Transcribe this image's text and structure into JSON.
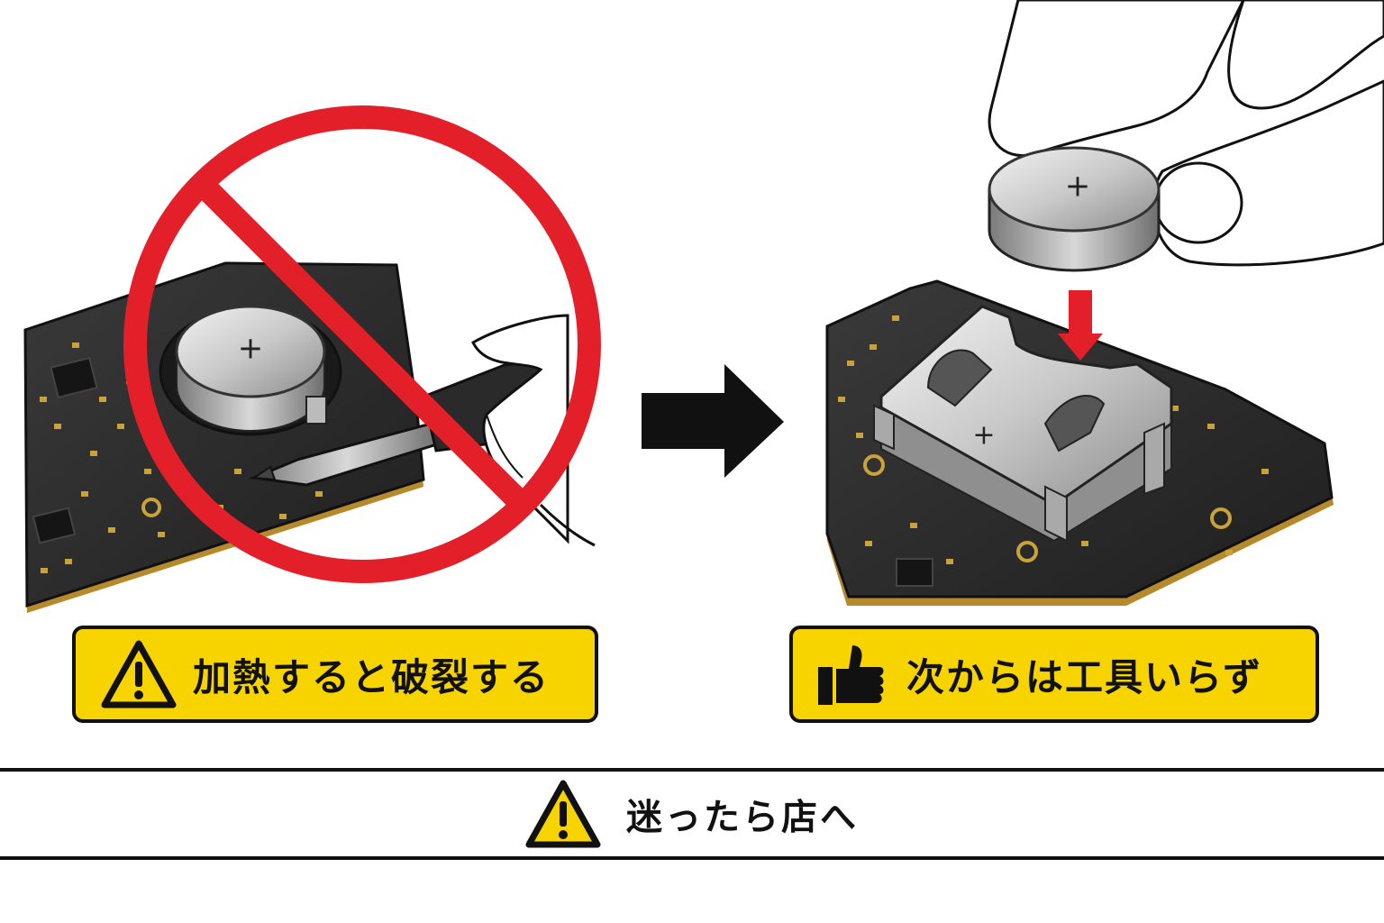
{
  "panels": {
    "left": {
      "battery_symbol": "+",
      "label": "加熱すると破裂する",
      "label_icon": "warning-triangle-icon",
      "overlay_icon": "prohibition-icon",
      "overlay_color": "#e3202a"
    },
    "right": {
      "battery_symbol": "+",
      "holder_symbol": "+",
      "label": "次からは工具いらず",
      "label_icon": "thumbs-up-icon",
      "insert_arrow_color": "#e3202a"
    }
  },
  "transition_icon": "right-arrow-icon",
  "footer": {
    "icon": "warning-triangle-icon",
    "text": "迷ったら店へ"
  },
  "colors": {
    "label_background": "#f7d400",
    "pcb": "#2b2b2b",
    "pad_gold": "#c9a23a",
    "outline": "#111111"
  }
}
